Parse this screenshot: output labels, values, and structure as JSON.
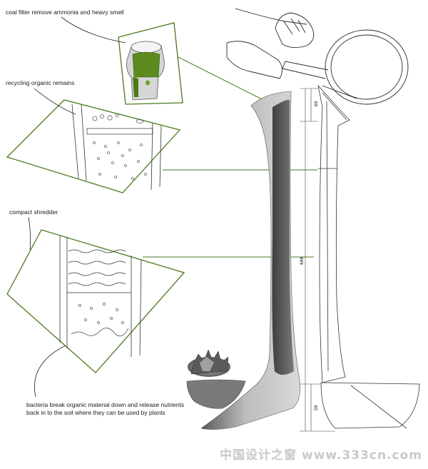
{
  "callouts": {
    "coal_filter": "coal filter remove ammonia and heavy smell",
    "recycling": "recycling organic remains",
    "shredder": "compact shredder",
    "bacteria_line1": "bacteria break organic material down and release nutrients",
    "bacteria_line2": "back in to the soil where they can be used by plants"
  },
  "dimensions": {
    "top": "60",
    "middle": "600",
    "bottom": "50"
  },
  "watermark": "中国设计之窗 www.333cn.com",
  "colors": {
    "accent_green": "#4a7a1c",
    "product_gray": "#8a8a8a",
    "sketch_line": "#333333"
  }
}
